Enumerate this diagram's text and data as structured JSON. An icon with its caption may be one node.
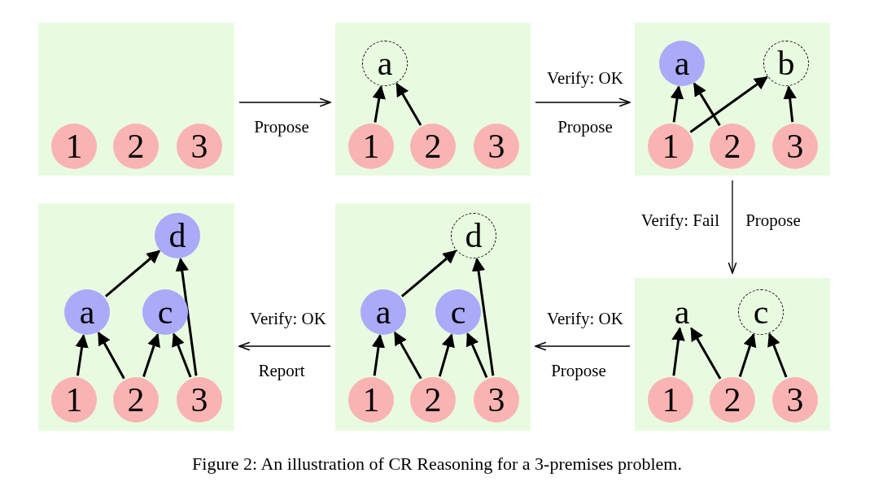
{
  "diagram": {
    "caption": "Figure 2: An illustration of CR Reasoning for a 3-premises problem.",
    "nodes": [
      {
        "text": [],
        "shape": "box"
      },
      {
        "text": [
          "1"
        ],
        "in": 0
      },
      {
        "text": [
          "2"
        ],
        "in": 0
      },
      {
        "text": [
          "3"
        ],
        "in": 0
      },
      {
        "text": [],
        "shape": "box"
      },
      {
        "text": [
          "a"
        ],
        "in": 4
      },
      {
        "text": [
          "1"
        ],
        "in": 4
      },
      {
        "text": [
          "2"
        ],
        "in": 4
      },
      {
        "text": [
          "3"
        ],
        "in": 4
      },
      {
        "text": [],
        "shape": "box"
      },
      {
        "text": [
          "a"
        ],
        "in": 9
      },
      {
        "text": [
          "b"
        ],
        "in": 9
      },
      {
        "text": [
          "1"
        ],
        "in": 9
      },
      {
        "text": [
          "2"
        ],
        "in": 9
      },
      {
        "text": [
          "3"
        ],
        "in": 9
      },
      {
        "text": [],
        "shape": "box"
      },
      {
        "text": [
          "d"
        ],
        "in": 15
      },
      {
        "text": [
          "a"
        ],
        "in": 15
      },
      {
        "text": [
          "c"
        ],
        "in": 15
      },
      {
        "text": [
          "1"
        ],
        "in": 15
      },
      {
        "text": [
          "2"
        ],
        "in": 15
      },
      {
        "text": [
          "3"
        ],
        "in": 15
      },
      {
        "text": [],
        "shape": "box"
      },
      {
        "text": [
          "d"
        ],
        "in": 22
      },
      {
        "text": [
          "a"
        ],
        "in": 22
      },
      {
        "text": [
          "c"
        ],
        "in": 22
      },
      {
        "text": [
          "1"
        ],
        "in": 22
      },
      {
        "text": [
          "2"
        ],
        "in": 22
      },
      {
        "text": [
          "3"
        ],
        "in": 22
      },
      {
        "text": [],
        "shape": "box"
      },
      {
        "text": [
          "a"
        ],
        "in": 29
      },
      {
        "text": [
          "c"
        ],
        "in": 29
      },
      {
        "text": [
          "1"
        ],
        "in": 29
      },
      {
        "text": [
          "2"
        ],
        "in": 29
      },
      {
        "text": [
          "3"
        ],
        "in": 29
      }
    ],
    "edges": [
      {
        "from": 0,
        "to": 4,
        "arrow": "to",
        "label": "Propose"
      },
      {
        "from": 4,
        "to": 9,
        "arrow": "to",
        "label": "Verify: OK"
      },
      {
        "from": 9,
        "to": 29,
        "arrow": "to",
        "label": "Verify: Fail"
      },
      {
        "from": 29,
        "to": 22,
        "arrow": "to",
        "label": "Verify: OK"
      },
      {
        "from": 22,
        "to": 15,
        "arrow": "to",
        "label": "Verify: OK"
      },
      {
        "from": 6,
        "to": 5,
        "arrow": "to"
      },
      {
        "from": 7,
        "to": 5,
        "arrow": "to"
      },
      {
        "from": 12,
        "to": 10,
        "arrow": "to"
      },
      {
        "from": 13,
        "to": 10,
        "arrow": "to"
      },
      {
        "from": 12,
        "to": 11,
        "arrow": "to"
      },
      {
        "from": 14,
        "to": 11,
        "arrow": "to"
      },
      {
        "from": 32,
        "to": 30,
        "arrow": "to"
      },
      {
        "from": 33,
        "to": 30,
        "arrow": "to"
      },
      {
        "from": 33,
        "to": 31,
        "arrow": "to"
      },
      {
        "from": 34,
        "to": 31,
        "arrow": "to"
      },
      {
        "from": 26,
        "to": 24,
        "arrow": "to"
      },
      {
        "from": 27,
        "to": 24,
        "arrow": "to"
      },
      {
        "from": 27,
        "to": 25,
        "arrow": "to"
      },
      {
        "from": 28,
        "to": 25,
        "arrow": "to"
      },
      {
        "from": 24,
        "to": 23,
        "arrow": "to"
      },
      {
        "from": 28,
        "to": 23,
        "arrow": "to"
      },
      {
        "from": 19,
        "to": 17,
        "arrow": "to"
      },
      {
        "from": 20,
        "to": 17,
        "arrow": "to"
      },
      {
        "from": 20,
        "to": 18,
        "arrow": "to"
      },
      {
        "from": 21,
        "to": 18,
        "arrow": "to"
      },
      {
        "from": 17,
        "to": 16,
        "arrow": "to"
      },
      {
        "from": 21,
        "to": 16,
        "arrow": "to"
      }
    ],
    "labels": [
      "Propose",
      "Propose",
      "Propose",
      "Report"
    ]
  }
}
